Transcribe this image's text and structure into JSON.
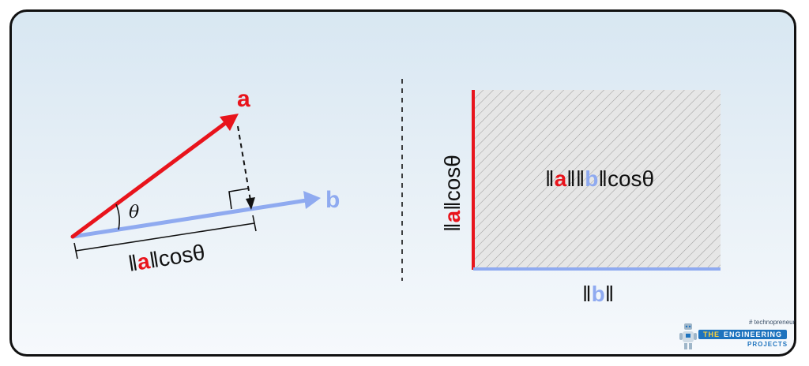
{
  "labels": {
    "vector_a": "a",
    "vector_b": "b",
    "theta": "θ",
    "projection": {
      "norm_open": "‖",
      "a": "a",
      "norm_close": "‖",
      "cos": "cosθ"
    },
    "side_label": {
      "norm_open": "‖",
      "a": "a",
      "norm_close": "‖",
      "cos": "cosθ"
    },
    "area_label": {
      "norm_open_a": "‖",
      "a": "a",
      "mid": "‖‖",
      "b": "b",
      "norm_close_b": "‖",
      "cos": "cosθ"
    },
    "bottom_label": {
      "norm_open": "‖",
      "b": "b",
      "norm_close": "‖"
    }
  },
  "logo": {
    "tagline": "# technopreneur",
    "word1": "THE",
    "word2": "ENGINEERING",
    "word3": "PROJECTS"
  },
  "colors": {
    "vector_a": "#e8141c",
    "vector_b": "#8faaf0",
    "text": "#111111",
    "hatch_fill": "#e6e6e6",
    "hatch_line": "#9a9a9a"
  }
}
